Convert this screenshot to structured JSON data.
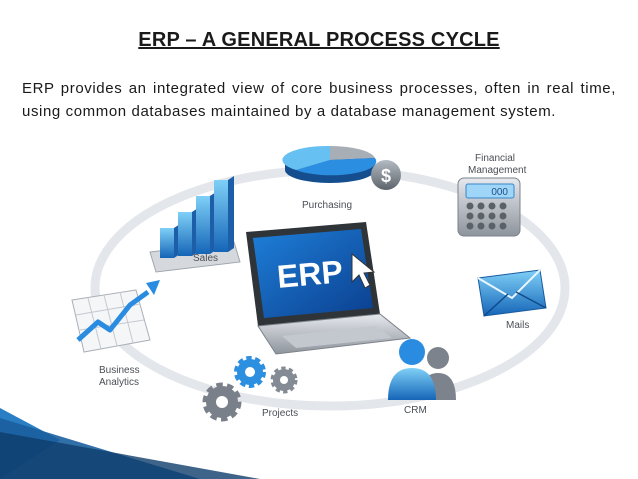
{
  "slide": {
    "title": "ERP – A GENERAL PROCESS CYCLE",
    "paragraph": "ERP provides an integrated view of core business processes, often in real time, using common databases maintained by a database management system."
  },
  "diagram": {
    "center_label": "ERP",
    "modules": [
      {
        "id": "purchasing",
        "label": "Purchasing",
        "icon": "pie-chart-dollar-icon"
      },
      {
        "id": "financial",
        "label_line1": "Financial",
        "label_line2": "Management",
        "icon": "calculator-icon"
      },
      {
        "id": "mails",
        "label": "Mails",
        "icon": "envelope-icon"
      },
      {
        "id": "crm",
        "label": "CRM",
        "icon": "people-icon"
      },
      {
        "id": "projects",
        "label": "Projects",
        "icon": "gears-icon"
      },
      {
        "id": "analytics",
        "label_line1": "Business",
        "label_line2": "Analytics",
        "icon": "line-chart-icon"
      },
      {
        "id": "sales",
        "label": "Sales",
        "icon": "bar-chart-icon"
      }
    ],
    "calculator_display": "000"
  },
  "colors": {
    "blue": "#1e88d8",
    "light_blue": "#6cc0f0",
    "gray": "#8a9099",
    "accent": "#2a7fc4"
  }
}
